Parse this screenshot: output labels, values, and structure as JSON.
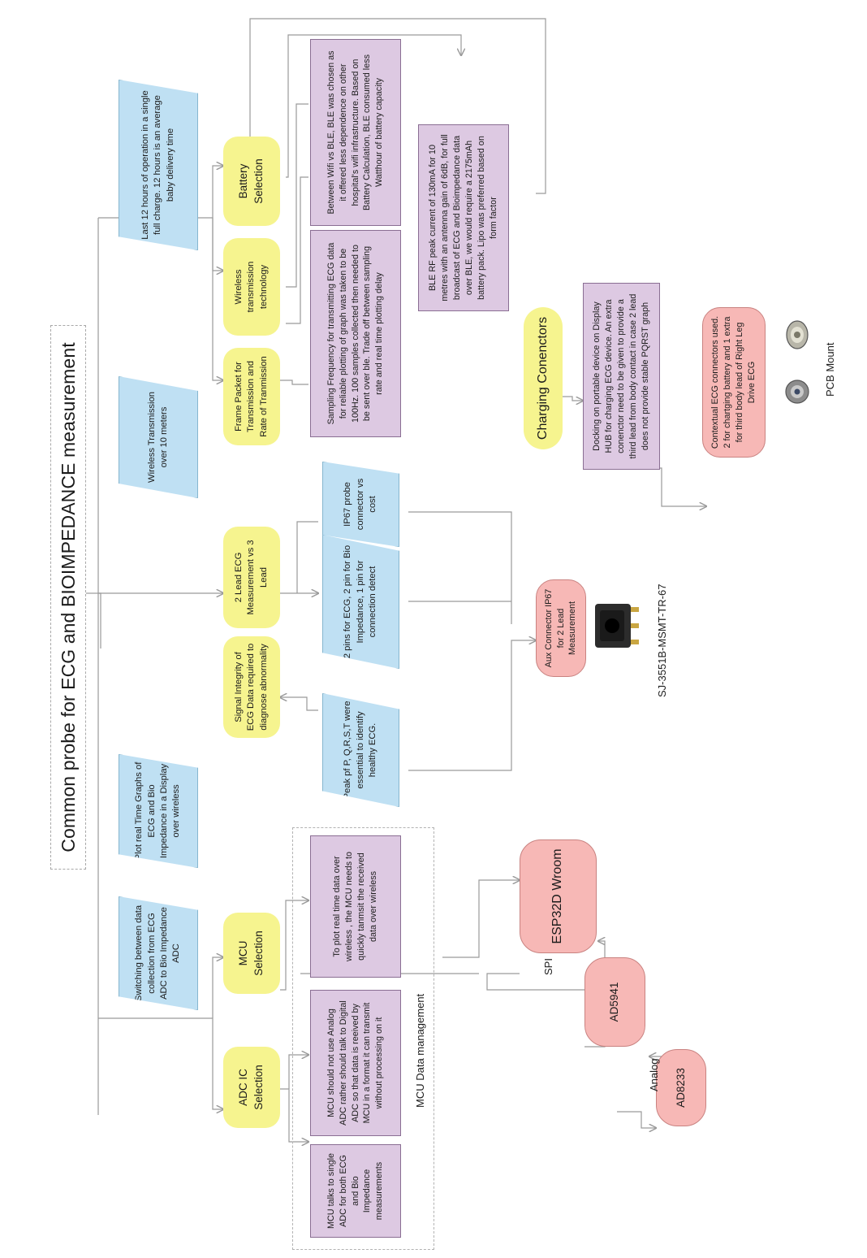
{
  "title": "Common probe for ECG and BIOIMPEDANCE measurement",
  "nodes": {
    "adc_ic_selection": "ADC IC Selection",
    "mcu_selection": "MCU Selection",
    "signal_integrity": "Signal Integrity of ECG Data  required to diagnose abnormality",
    "two_lead_ecg": "2 Lead ECG Measurement vs 3 Lead",
    "frame_packet": "Frame Packet for Transmission and Rate of Tranmission",
    "wireless_tech": "Wireless transmission technology",
    "battery_selection": "Battery Selection",
    "charging_connectors": "Charging Conenctors"
  },
  "requirements": {
    "switching_adc": "Switching between data collection from ECG ADC to Bio Impedance ADC",
    "plot_realtime": "Plot real Time Graphs of ECG and Bio Impedance in a Display over wireless",
    "wireless_10m": "Wireless Transmission over 10 meters",
    "last_12_hours": "Last 12 hours of operation in a single full charge. 12 hours is an average baby delivery time",
    "peak_pqrst": "Peak pf P, Q,R,S,T were essential to identify healthy ECG.",
    "pins_layout": "2 pins for ECG, 2 pin for Bio Impedance, 1 pin for connection detect",
    "ip67_probe": "IP67 probe connector vs cost"
  },
  "notes": {
    "mcu_single_adc": "MCU talks to single ADC for both ECG and Bio Impedance measurements",
    "mcu_no_analog": "MCU should not use Analog ADC rather should talk to Digital ADC so that data is reeived by MCU in a format it can transmit without processing on it",
    "realtime_wireless": "To plot real time data over wireless , the MCU needs to quickly tanmsit the received data over wireless",
    "sampling_frequency": "Sampling Frequency for transmitting ECG data for reliable plotting of graph was taken to be 100Hz. 100 samples collected then needed to be sent over ble. Trade off between sampling rate and real time plotting delay",
    "wifi_vs_ble": "Between Wifi vs BLE, BLE was chosen as it offered less dependence on other hospital's wifi infrastructure. Based on Battery Calculation, BLE consumed less Watthour of battery capacity",
    "ble_rf_peak": "BLE RF peak current of 130mA for 10 metres with an antenna gain of 6dB, for full broadcast of ECG and Bioimpedance data over BLE, we would require a 2175mAh battery pack. Lipo was preferred based on form factor",
    "docking": "Docking on portable device  on Display HUB for charging ECG device. An extra conenctor need to be given to provide a third lead from body contact in case 2 lead does not provide stable PQRST graph"
  },
  "components": {
    "esp32": "ESP32D Wroom",
    "ad5941": "AD5941",
    "ad8233": "AD8233",
    "aux_connector": "Aux Connector IP67 for 2 Lead Measurement",
    "contextual_ecg": "Contextual ECG connectors used. 2 for chartging battery and 1 extra for third body lead of Right Leg Drive ECG"
  },
  "labels": {
    "mcu_data_management": "MCU Data management",
    "spi": "SPI",
    "analog": "Analog",
    "sj_part": "SJ-3551B-MSMT-TR-67",
    "pcb_mount": "PCB Mount"
  },
  "colors": {
    "yellow": "#f6f48f",
    "purple": "#ddc9e2",
    "pink": "#f7b8b6",
    "blue": "#bfe0f3",
    "line": "#9a9a9a"
  },
  "icons": [
    "aux-connector-jack-icon",
    "pcb-mount-connector-icon"
  ]
}
